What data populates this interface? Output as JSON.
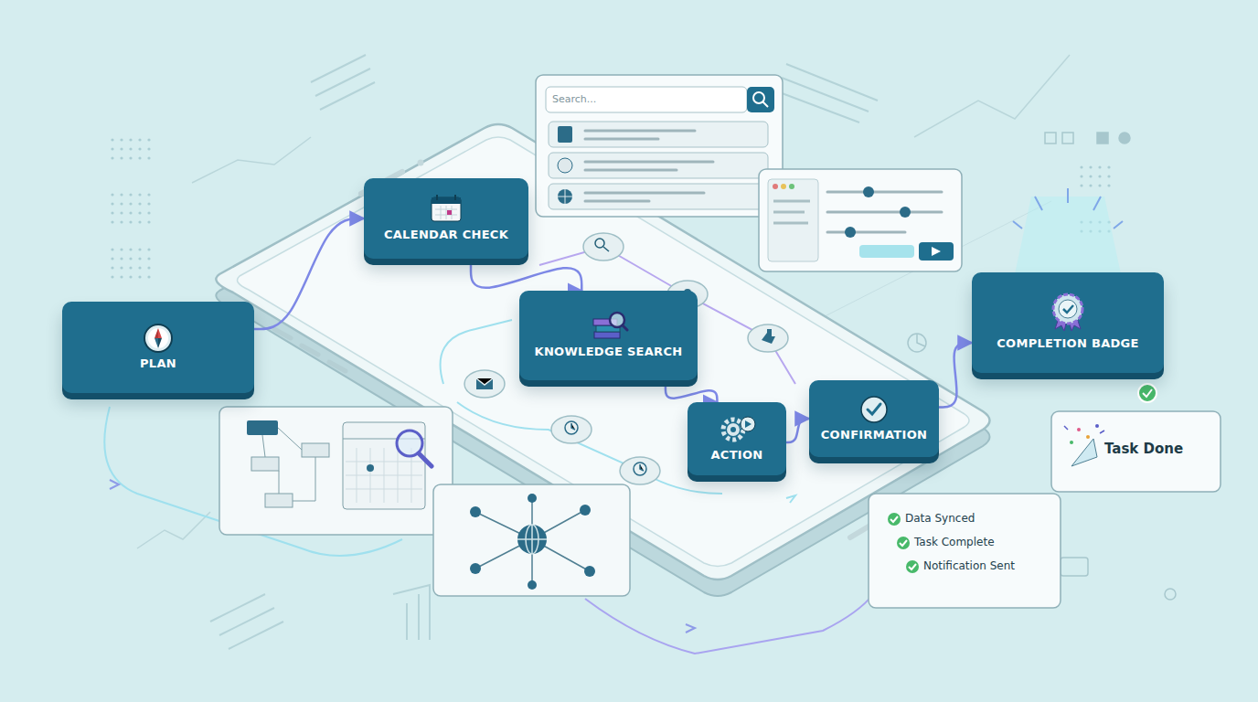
{
  "diagram": {
    "nodes": [
      {
        "text": [
          "PLAN"
        ]
      },
      {
        "text": [
          "CALENDAR CHECK"
        ]
      },
      {
        "text": [
          "KNOWLEDGE SEARCH"
        ]
      },
      {
        "text": [
          "ACTION"
        ]
      },
      {
        "text": [
          "CONFIRMATION"
        ]
      },
      {
        "text": [
          "COMPLETION BADGE"
        ]
      }
    ],
    "edges": [
      {
        "from": 0,
        "to": 1,
        "arrow": "to"
      },
      {
        "from": 1,
        "to": 2,
        "arrow": "to"
      },
      {
        "from": 2,
        "to": 3,
        "arrow": "to"
      },
      {
        "from": 3,
        "to": 4,
        "arrow": "to"
      },
      {
        "from": 4,
        "to": 5,
        "arrow": "to"
      }
    ],
    "labels": [
      "Search...",
      "Data Synced",
      "Task Complete",
      "Notification Sent",
      "Task Done"
    ]
  }
}
